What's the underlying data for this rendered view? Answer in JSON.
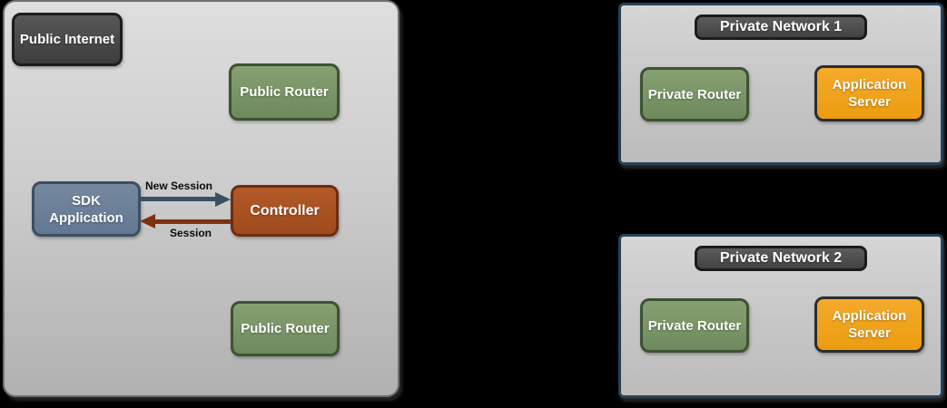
{
  "diagram": {
    "public_zone": {
      "internet_label": "Public Internet",
      "router_top_label": "Public Router",
      "router_bottom_label": "Public Router",
      "sdk_app_label": "SDK Application",
      "controller_label": "Controller",
      "arrow_new_session_label": "New Session",
      "arrow_session_label": "Session"
    },
    "networks": [
      {
        "title": "Private Network 1",
        "router_label": "Private Router",
        "server_label": "Application Server"
      },
      {
        "title": "Private Network 2",
        "router_label": "Private Router",
        "server_label": "Application Server"
      }
    ],
    "colors": {
      "zone_fill_top": "#dedede",
      "zone_fill_bottom": "#b1b1b1",
      "zone_border": "#6f6f6f",
      "network_border": "#26425a",
      "dark_box_fill": "#4a4a4a",
      "dark_box_border": "#1d1d1d",
      "green_box_fill": "#7a9268",
      "green_box_border": "#3e5233",
      "slate_box_fill": "#6c8096",
      "slate_box_border": "#3c4f63",
      "rust_box_fill": "#a95223",
      "rust_box_border": "#6e2d12",
      "orange_box_fill": "#f0a11c",
      "orange_box_border": "#2c2c2c",
      "arrow_blue": "#3a4f63",
      "arrow_red": "#7e3111",
      "node_text": "#ffffff",
      "arrow_label_text": "#0b0b0b",
      "background": "#000000"
    }
  }
}
